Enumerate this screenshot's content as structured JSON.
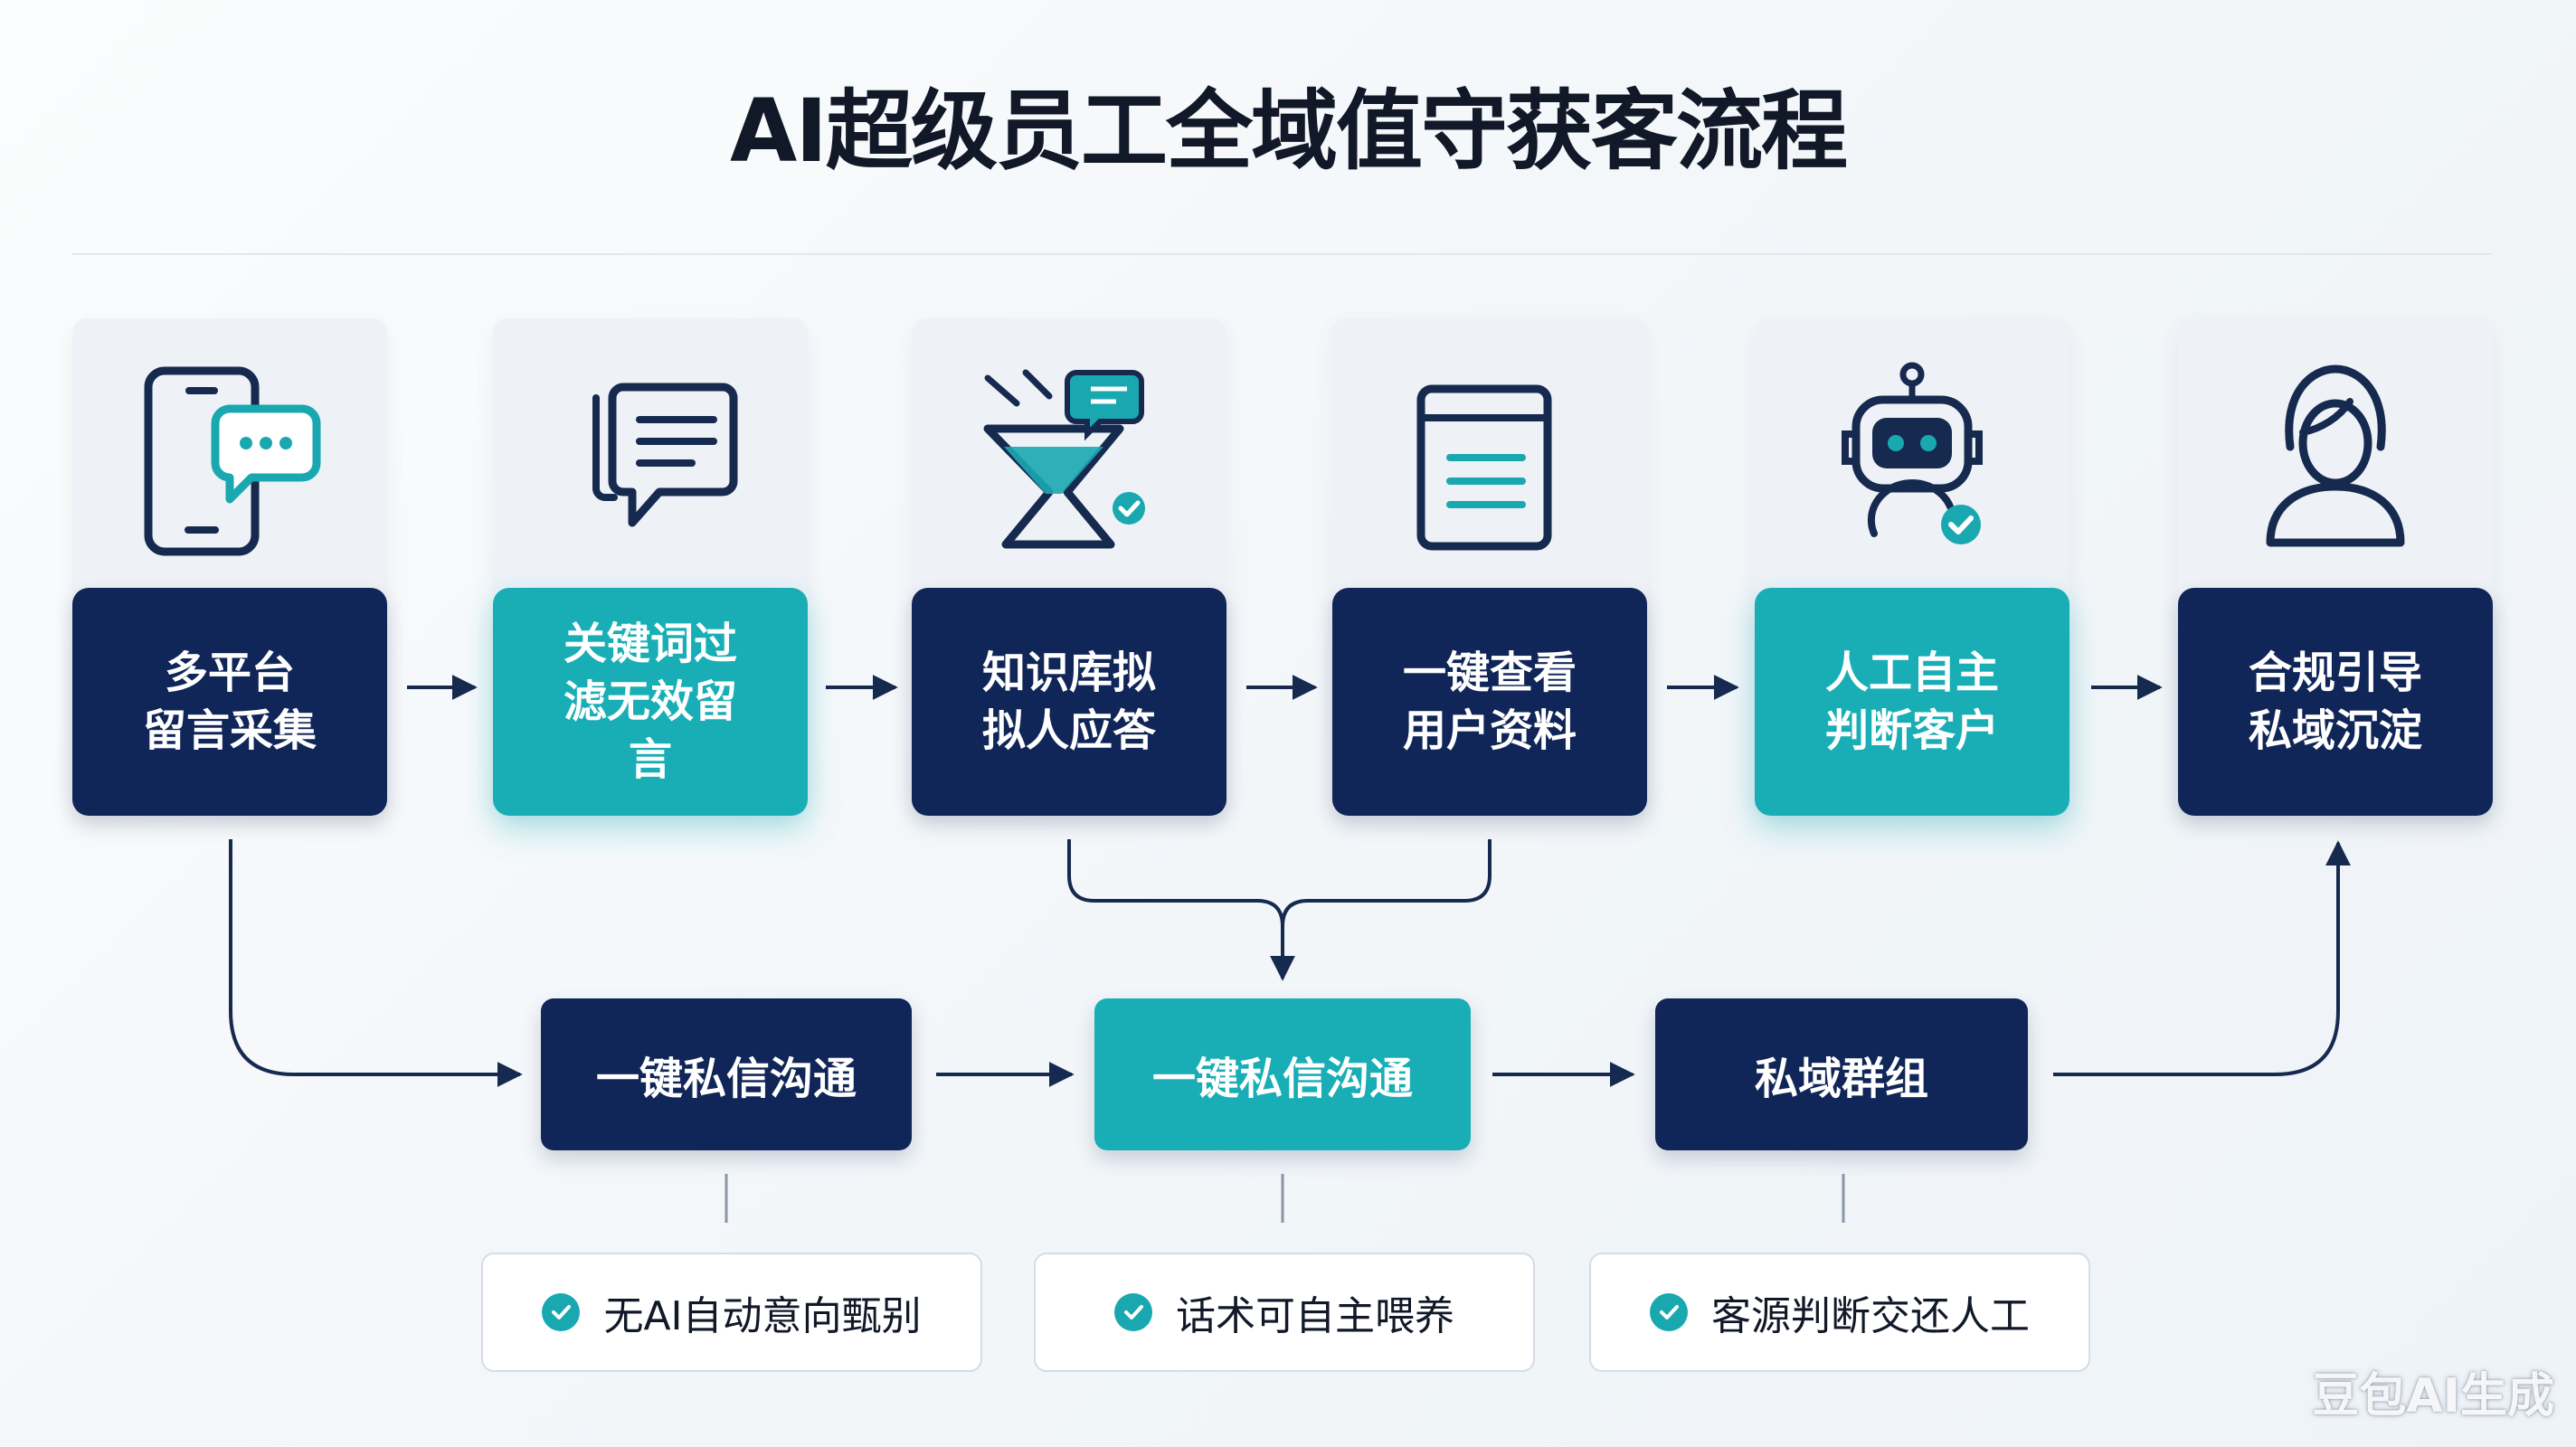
{
  "title": "AI超级员工全域值守获客流程",
  "steps": [
    {
      "line1": "多平台",
      "line2": "留言采集",
      "icon": "phone-chat-icon"
    },
    {
      "line1": "关键词过",
      "line2": "滤无效留言",
      "icon": "message-bubbles-icon"
    },
    {
      "line1": "知识库拟",
      "line2": "拟人应答",
      "icon": "funnel-check-icon"
    },
    {
      "line1": "一键查看",
      "line2": "用户资料",
      "icon": "document-icon"
    },
    {
      "line1": "人工自主",
      "line2": "判断客户",
      "icon": "robot-check-icon"
    },
    {
      "line1": "合规引导",
      "line2": "私域沉淀",
      "icon": "user-icon"
    }
  ],
  "middle": [
    "一键私信沟通",
    "一键私信沟通",
    "私域群组"
  ],
  "notes": [
    "无AI自动意向甄别",
    "话术可自主喂养",
    "客源判断交还人工"
  ],
  "watermark": "豆包AI生成",
  "colors": {
    "navy": "#102558",
    "teal": "#19aeb6",
    "icon_navy": "#16294f",
    "icon_teal": "#1aa8b0"
  }
}
